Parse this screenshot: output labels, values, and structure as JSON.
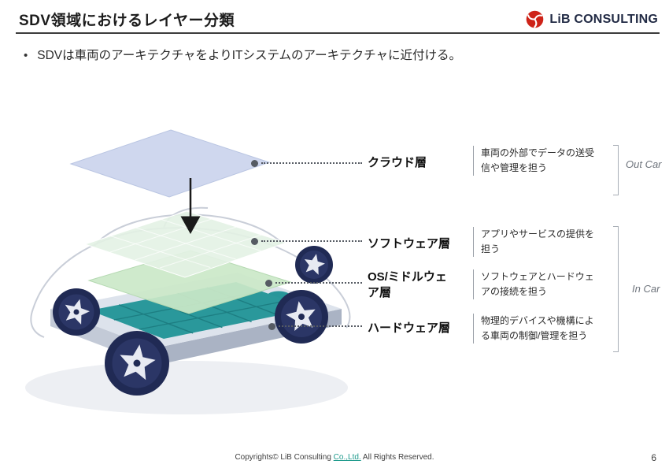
{
  "slide": {
    "title": "SDV領域におけるレイヤー分類",
    "page_number": "6"
  },
  "header": {
    "logo": {
      "icon": "lib-swirl-icon",
      "text": "LiB CONSULTING",
      "accent_color": "#ce2318"
    }
  },
  "intro": {
    "bullet_glyph": "•",
    "text": "SDVは車両のアーキテクチャをよりITシステムのアーキテクチャに近付ける。"
  },
  "diagram": {
    "layers": [
      {
        "label": "クラウド層",
        "description": "車両の外部でデータの送受信や管理を担う",
        "zone": "Out Car",
        "plane_color": "#ccd5ed"
      },
      {
        "label": "ソフトウェア層",
        "description": "アプリやサービスの提供を担う",
        "zone": "In Car",
        "plane_color": "#e3f2e4"
      },
      {
        "label": "OS/ミドルウェア層",
        "description": "ソフトウェアとハードウェアの接続を担う",
        "zone": "In Car",
        "plane_color": "#cbe8c8"
      },
      {
        "label": "ハードウェア層",
        "description": "物理的デバイスや機構による車両の制御/管理を担う",
        "zone": "In Car",
        "plane_color": "#2a989b"
      }
    ],
    "zones": [
      {
        "label": "Out Car"
      },
      {
        "label": "In Car"
      }
    ]
  },
  "footer": {
    "copyright_prefix": "Copyrights© LiB Consulting ",
    "copyright_company": "Co.,Ltd.",
    "copyright_suffix": " All Rights Reserved.",
    "link_color": "#1e9a8c"
  }
}
